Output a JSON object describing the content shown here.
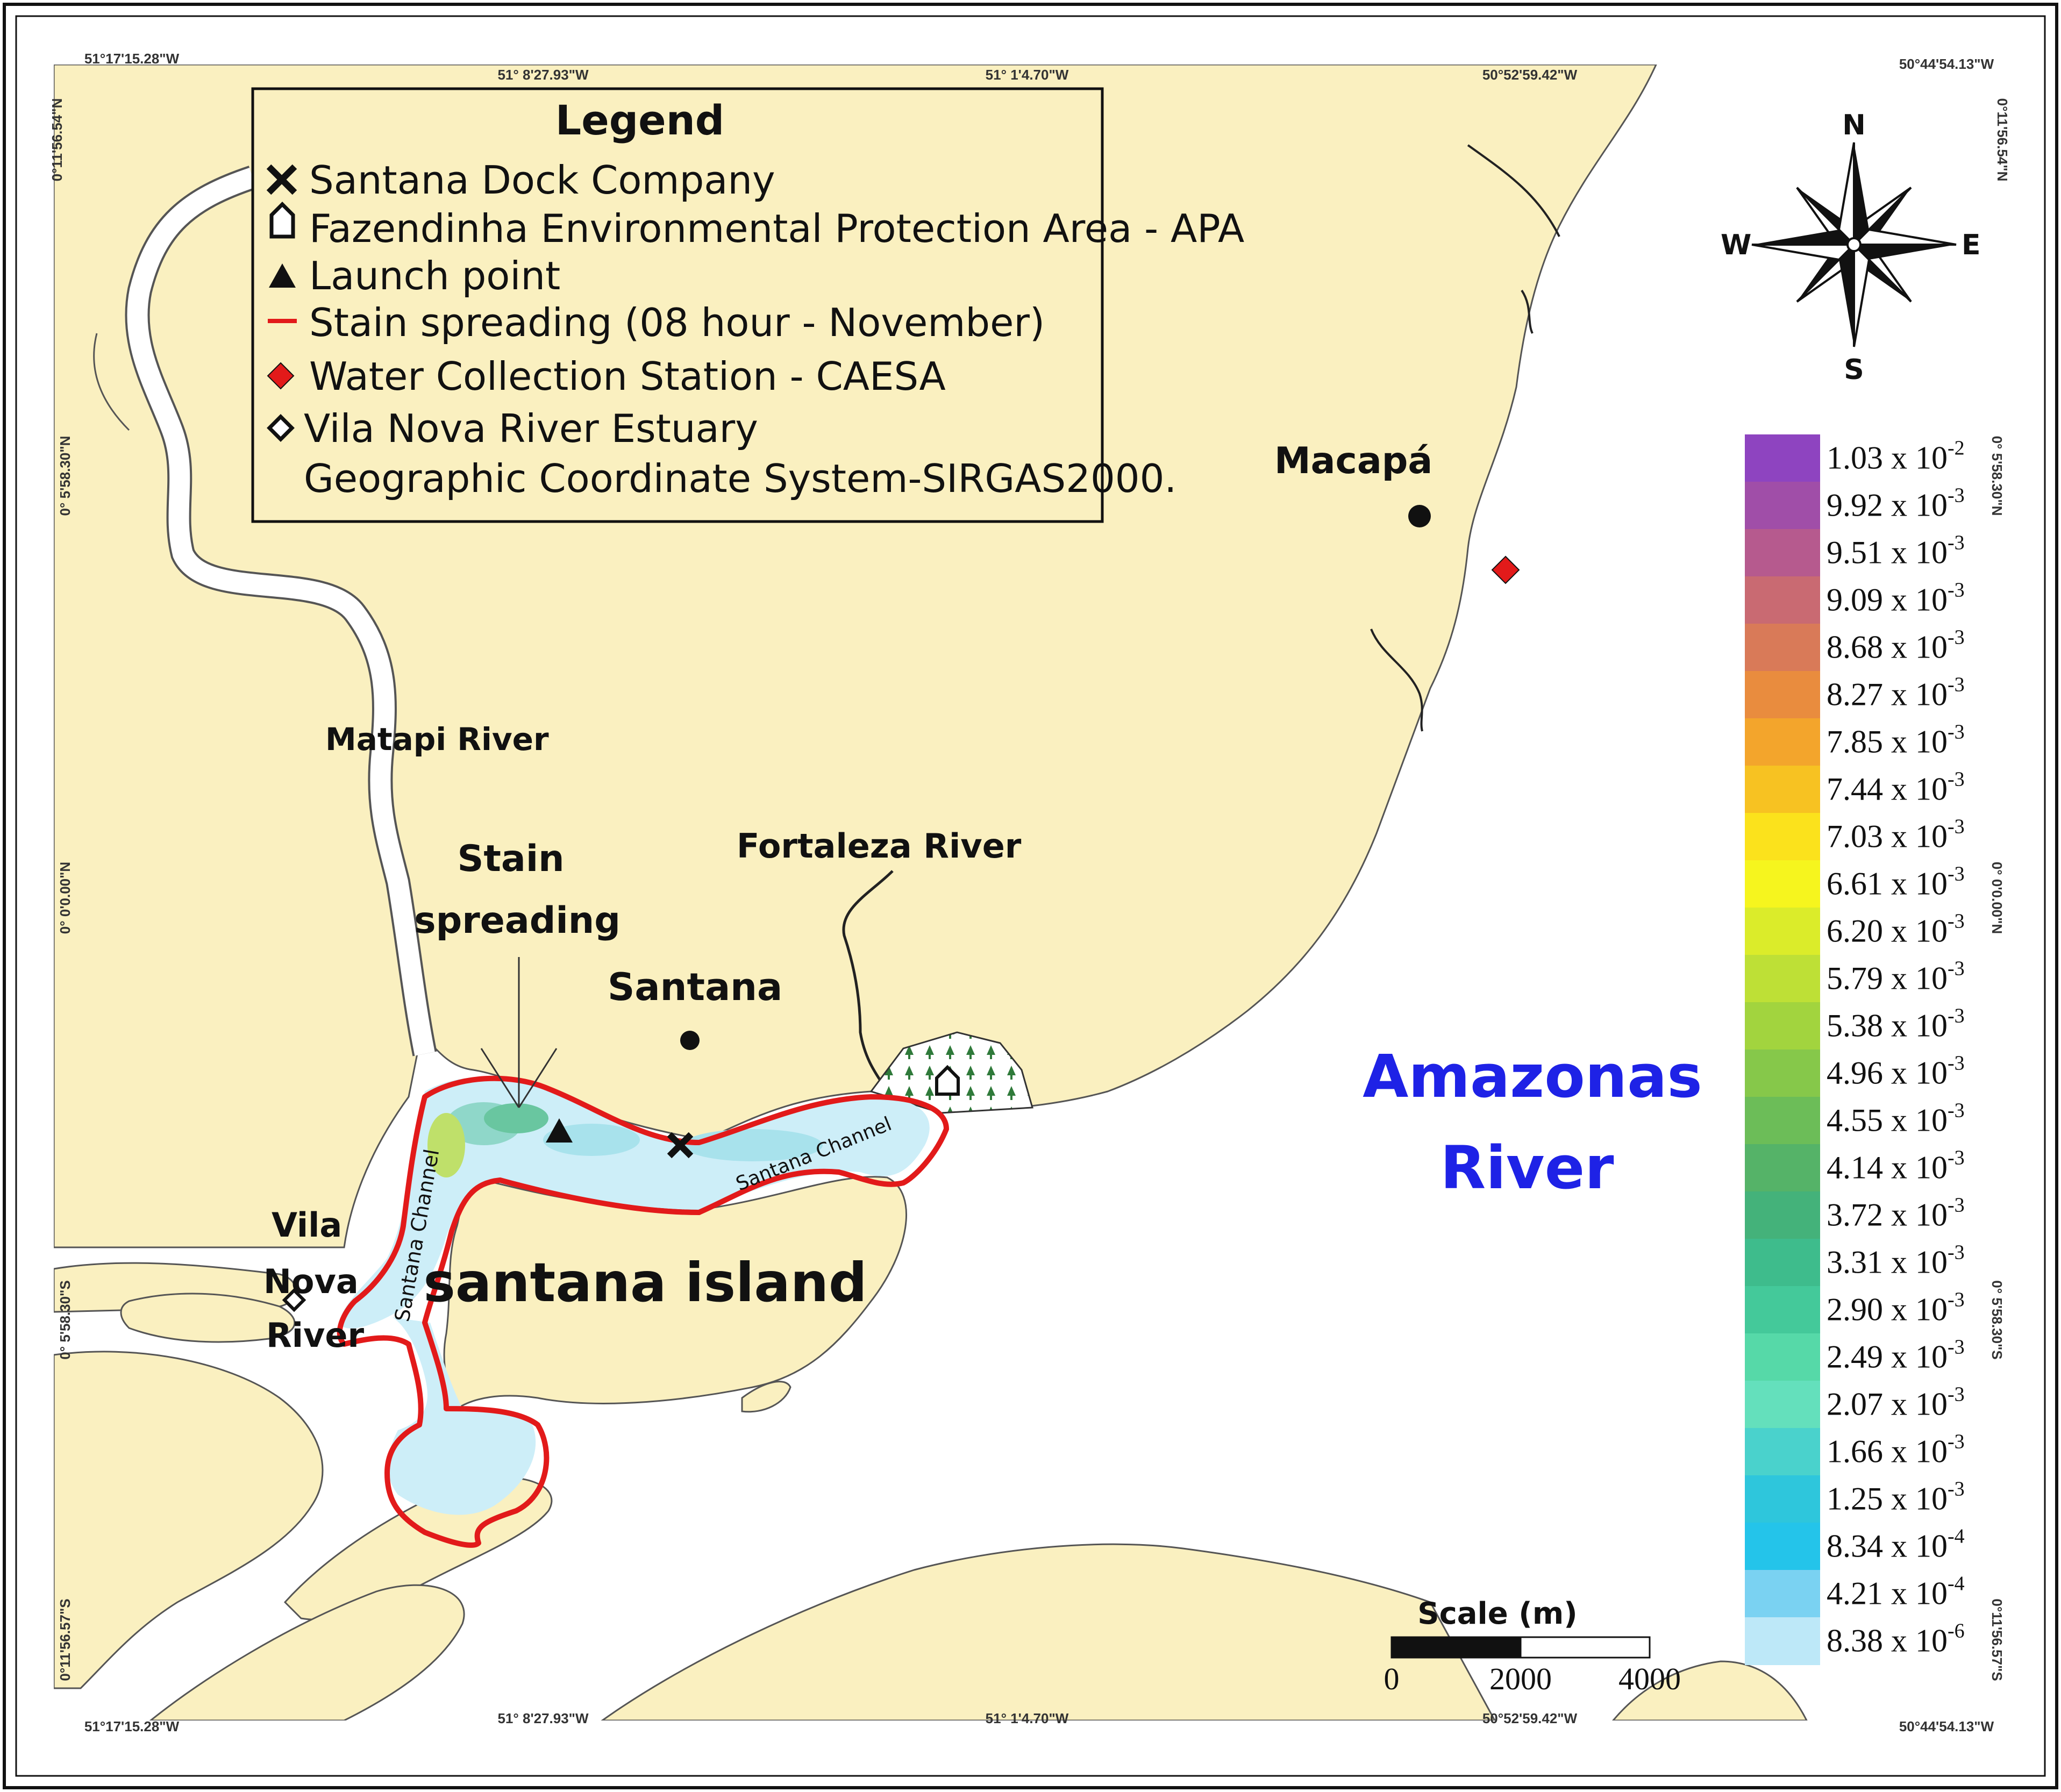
{
  "coordinates": {
    "top": [
      "51°17'15.28\"W",
      "51° 8'27.93\"W",
      "51° 1'4.70\"W",
      "50°52'59.42\"W",
      "50°44'54.13\"W"
    ],
    "bottom": [
      "51°17'15.28\"W",
      "51° 8'27.93\"W",
      "51° 1'4.70\"W",
      "50°52'59.42\"W",
      "50°44'54.13\"W"
    ],
    "left": [
      "0°11'56.54\"N",
      "0° 5'58.30\"N",
      "0° 0'0.00\"N",
      "0° 5'58.30\"S",
      "0°11'56.57\"S"
    ],
    "right": [
      "0°11'56.54\"N",
      "0° 5'58.30\"N",
      "0° 0'0.00\"N",
      "0° 5'58.30\"S",
      "0°11'56.57\"S"
    ]
  },
  "legend": {
    "title": "Legend",
    "items": [
      {
        "symbol": "x-mark",
        "label": "Santana Dock Company"
      },
      {
        "symbol": "house-outline",
        "label": "Fazendinha Environmental Protection Area - APA"
      },
      {
        "symbol": "triangle",
        "label": "Launch point"
      },
      {
        "symbol": "red-line",
        "label": "Stain spreading (08 hour - November)"
      },
      {
        "symbol": "red-diamond",
        "label": "Water Collection Station - CAESA"
      },
      {
        "symbol": "diamond-outline",
        "label": "Vila Nova River Estuary"
      }
    ],
    "note": "Geographic Coordinate System-SIRGAS2000."
  },
  "places": {
    "macapa": "Macapá",
    "matapi": "Matapi River",
    "stain_line1": "Stain",
    "stain_line2": "spreading",
    "fortaleza": "Fortaleza River",
    "santana": "Santana",
    "amazonas_line1": "Amazonas",
    "amazonas_line2": "River",
    "vila_line1": "Vila",
    "vila_line2": "Nova",
    "vila_line3": "River",
    "santana_island": "santana island",
    "channel_1": "Santana Channel",
    "channel_2": "Santana Channel"
  },
  "compass": {
    "n": "N",
    "s": "S",
    "e": "E",
    "w": "W"
  },
  "colorbar": {
    "labels": [
      {
        "mantissa": "1.03 x 10",
        "exp": "-2"
      },
      {
        "mantissa": "9.92 x 10",
        "exp": "-3"
      },
      {
        "mantissa": "9.51 x 10",
        "exp": "-3"
      },
      {
        "mantissa": "9.09 x 10",
        "exp": "-3"
      },
      {
        "mantissa": "8.68 x 10",
        "exp": "-3"
      },
      {
        "mantissa": "8.27 x 10",
        "exp": "-3"
      },
      {
        "mantissa": "7.85 x 10",
        "exp": "-3"
      },
      {
        "mantissa": "7.44 x 10",
        "exp": "-3"
      },
      {
        "mantissa": "7.03 x 10",
        "exp": "-3"
      },
      {
        "mantissa": "6.61 x 10",
        "exp": "-3"
      },
      {
        "mantissa": "6.20 x 10",
        "exp": "-3"
      },
      {
        "mantissa": "5.79 x 10",
        "exp": "-3"
      },
      {
        "mantissa": "5.38 x 10",
        "exp": "-3"
      },
      {
        "mantissa": "4.96 x 10",
        "exp": "-3"
      },
      {
        "mantissa": "4.55 x 10",
        "exp": "-3"
      },
      {
        "mantissa": "4.14 x 10",
        "exp": "-3"
      },
      {
        "mantissa": "3.72 x 10",
        "exp": "-3"
      },
      {
        "mantissa": "3.31 x 10",
        "exp": "-3"
      },
      {
        "mantissa": "2.90 x 10",
        "exp": "-3"
      },
      {
        "mantissa": "2.49 x 10",
        "exp": "-3"
      },
      {
        "mantissa": "2.07 x 10",
        "exp": "-3"
      },
      {
        "mantissa": "1.66 x 10",
        "exp": "-3"
      },
      {
        "mantissa": "1.25 x 10",
        "exp": "-3"
      },
      {
        "mantissa": "8.34 x 10",
        "exp": "-4"
      },
      {
        "mantissa": "4.21 x 10",
        "exp": "-4"
      },
      {
        "mantissa": "8.38 x 10",
        "exp": "-6"
      }
    ],
    "colors": [
      "#8e44c0",
      "#a04ea8",
      "#b65a8e",
      "#c96a72",
      "#d97a58",
      "#e98c3e",
      "#f3a52c",
      "#f7c222",
      "#fbe21c",
      "#f6f51e",
      "#dbec2a",
      "#bee036",
      "#a2d43e",
      "#86c84a",
      "#6cbd58",
      "#55b368",
      "#44b27a",
      "#3ebc8c",
      "#44c99a",
      "#56d9a8",
      "#64e0bc",
      "#4ad2cc",
      "#2ec6dc",
      "#24c4ea",
      "#7ad2f2",
      "#bde8f8"
    ]
  },
  "scale": {
    "title": "Scale (m)",
    "labels": [
      "0",
      "2000",
      "4000"
    ]
  },
  "colors": {
    "land": "#faf0c0",
    "water": "#ffffff",
    "stain_outline": "#e21a1a",
    "amazonas_text": "#1e22e6",
    "station": "#e21a1a"
  }
}
